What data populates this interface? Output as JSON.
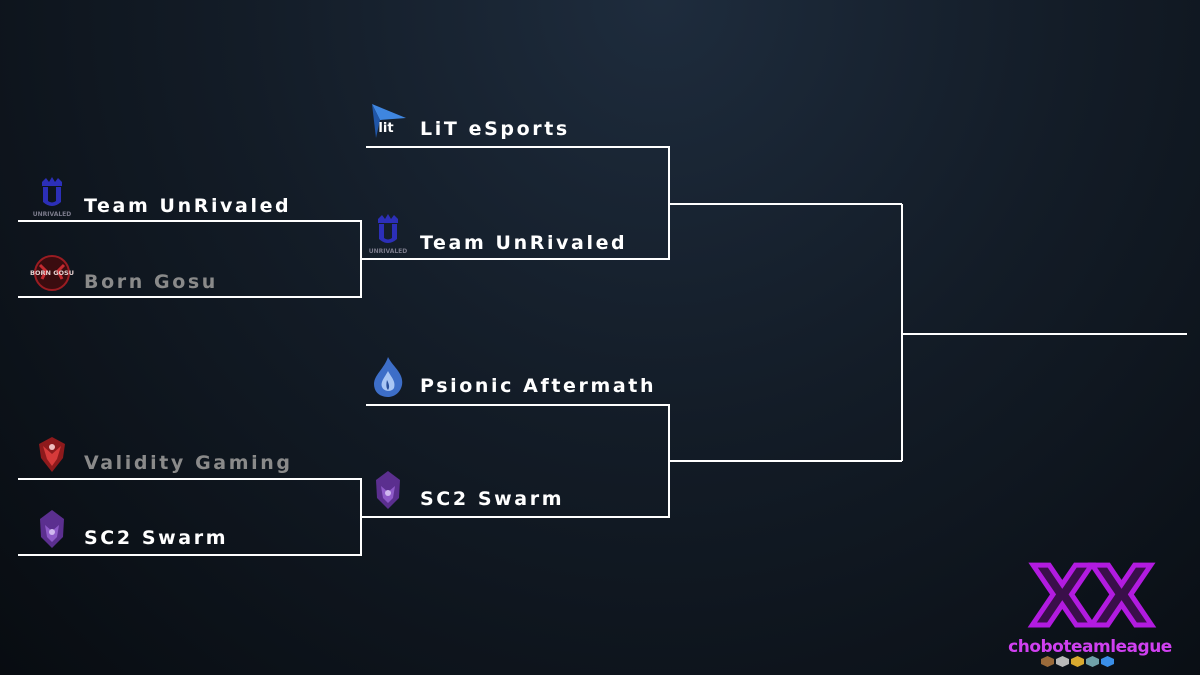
{
  "bracket": {
    "round1": [
      {
        "team": "Team UnRivaled",
        "logo": "unrivaled-logo",
        "status": "winner"
      },
      {
        "team": "Born Gosu",
        "logo": "born-gosu-logo",
        "status": "eliminated"
      },
      {
        "team": "Validity Gaming",
        "logo": "validity-gaming-logo",
        "status": "eliminated"
      },
      {
        "team": "SC2 Swarm",
        "logo": "sc2-swarm-logo",
        "status": "winner"
      }
    ],
    "round2": [
      {
        "team": "LiT eSports",
        "logo": "lit-esports-logo",
        "status": "active"
      },
      {
        "team": "Team UnRivaled",
        "logo": "unrivaled-logo",
        "status": "active"
      },
      {
        "team": "Psionic Aftermath",
        "logo": "psionic-aftermath-logo",
        "status": "active"
      },
      {
        "team": "SC2 Swarm",
        "logo": "sc2-swarm-logo",
        "status": "active"
      }
    ]
  },
  "league": {
    "edition": "XX",
    "name": "choboteamleague",
    "badge_icons": [
      "bronze-badge-icon",
      "silver-badge-icon",
      "gold-badge-icon",
      "platinum-badge-icon",
      "diamond-badge-icon"
    ]
  },
  "colors": {
    "line": "#ffffff",
    "winner_text": "#ffffff",
    "loser_text": "#8a8a8a",
    "league_purple": "#b21be0"
  }
}
